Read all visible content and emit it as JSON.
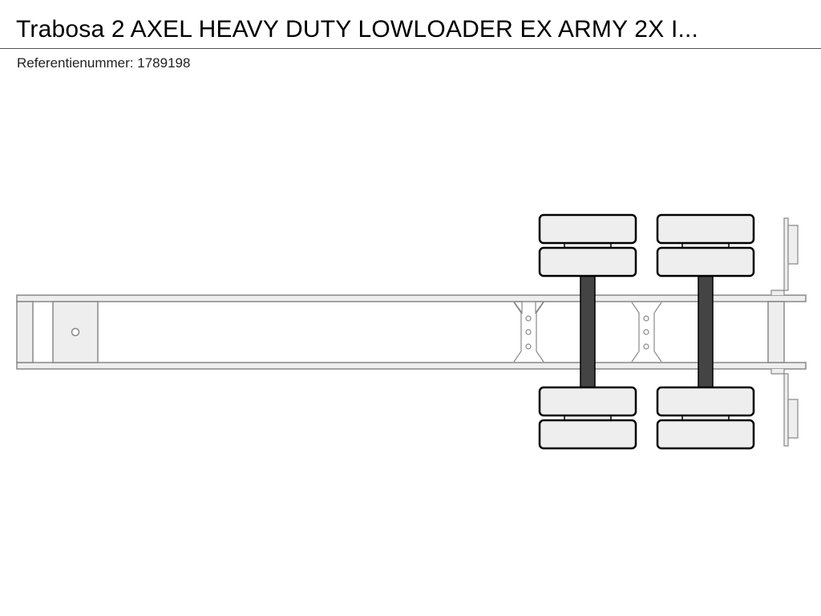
{
  "header": {
    "title": "Trabosa 2 AXEL HEAVY DUTY LOWLOADER EX ARMY 2X I...",
    "reference_label": "Referentienummer:",
    "reference_number": "1789198"
  },
  "diagram": {
    "axle_count": 2,
    "colors": {
      "frame_fill": "#eeeeee",
      "frame_stroke": "#888888",
      "tire_fill": "#eeeeee",
      "tire_stroke": "#000000",
      "axle_fill": "#444444",
      "background": "#ffffff"
    }
  }
}
